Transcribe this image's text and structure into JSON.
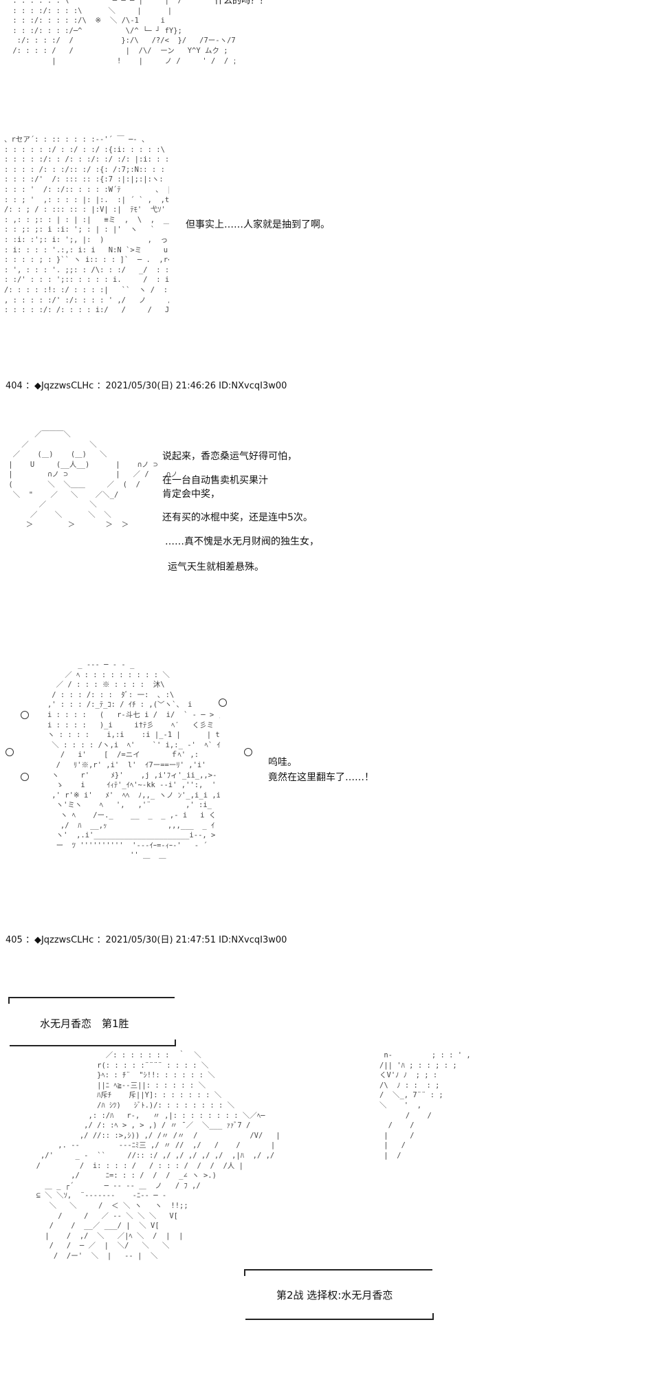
{
  "top_partial": {
    "caption": "什么的吗？！",
    "art": " : : : : : : \\          ─ ─ ┴ |     |  /\n : : : :/: : : :\\      ＼     |      |\n : : :/: : : : :/\\  ※  ＼ /\\-1     i\n : : :/: : : :/─^          \\/^ └─ ┘ fY};\n  :/: : : :/  /           }:/\\   /?/<  }/   /7ー-ヽ/7 ;\n /: : : : /   /            |  /\\/  ーン   Y^Y ムク ;\n          |              !    |     ノ /     ' /  / ;"
  },
  "scene1": {
    "art": "、rセア´: : :: : : : :-‐'´ ￣ ─- 、\n: : : : : :/ : :/ : :/ :{:i: : : : :\\\n: : : : :/: : /: : :/: :/ :/: |:i: : : :\\\n: : : : /: : :/:: :/ :{: /:7;:N:: : : :V\n: : : :/'  /: ::: :: :{:7 :|:|;:|:ヽ: :|:V\n: : : '  /: :/:: : : : :W´ﾃ        、 |: |:'\n: : ; '  ,: : : : |: |:.  :| ´ ` ,  ,tr彡W\n/: : ; / : ::: :: : |:V| :|  ﾃﾓ'  弋ｿ'  ﾍ  乂_\n: ,: : ;: : | : | :|   ≡ミ  ,  \\  ,  __  ｣\n: : ;: ;: i :i: '; : | : |'  ヽ   `       /\n: :i: :';: i: ';, |:  )          ,  っ\n: i: : : : '.:,: i: i   N:N `>ミ     u   /\n: : : : ; : }`` ヽ i:: : : ]`  ─ .  ,r<\n: ', : : : '. ;;: : /\\: : :/   _/  : : :}\n: :/' : : : ';:: : : : : i.     /  : i: : /\\i\n/: : : : :!: :/ : : : :|   ``  ヽ /  : i: |\n, : : : : :/' :/: : : : ' ,/   ノ     /  }: :!:/\n: : : : :/: /: : : : i:/   /     /   J;  :ノイ",
    "line": "但事实上……人家就是抽到了啊。"
  },
  "post_404": {
    "number": "404",
    "name": "◆JqzzwsCLHc",
    "date": "2021/05/30(日)",
    "time": "21:46:26",
    "id": "ID:NXvcqI3w00",
    "header": "404 ：◆JqzzwsCLHc ：2021/05/30(日) 21:46:26 ID:NXvcqI3w00"
  },
  "scene2": {
    "art": "       ／￣￣￣＼\n    ／              ＼\n  ／    (＿)    (＿)   ＼\n |    U     (__人__)      |    ∩ノ ⊃     ∩ノ ⊃\n |        ∩ノ ⊃           |   ／ /    ∩ノ ⊃\n (        ＼  ＼＿＿     ／  (  /\n  ＼  \"    ／   ＼    ／＼_/\n        ／          ＼\n      ／    ＼      ＼  ＼\n     ＞        ＞       ＞  ＞",
    "lines": [
      "说起来，香恋桑运气好得可怕，",
      "在一台自动售卖机买果汁",
      "肯定会中奖，",
      "还有买的冰棍中奖，还是连中5次。",
      "……真不愧是水无月财阀的独生女，",
      "运气天生就相差悬殊。"
    ]
  },
  "scene3": {
    "art": "          _ -‐‐ ─ ‐ - _\n       ／ ﾍ : : : : : : : : : ＼\n     ／ / : : : ※ : : : :  沐\\\n    / : : : /: : :  ﾀﾞ: 一:  ､ :\\\n   ,' : : : /:_ﾃ_ｺ: / ｲﾁ : ,(﹀ヽ`、 i\n   i : : : :   (   r‐斗七 i /  i/  ` ‐ ─ > ; i\n   i : : : :   )_i     i†ﾃ彡    ﾍ′   く彡ミ  i_i, i\n   ヽ : : : :    i,:i    :i |_‐1 |      | t‐ k く\n    ＼ : : : : /ヽ,i  ﾍ'    `' i,:_ -'  ﾍ` ｲﾍ' ,:i\n      /   i'    [  /=ニイ       ｆﾍ' ,:\n     /   ﾘ'※,r' ,i'  l'  ｲ7ー==ーﾘ' ,'i'    ,i,,\n    ヽ     r'     ﾒ}'    ,j ,i'ﾌィ'_ii_,,>‐ ,' ,'\n     ゝ    i     ｲｨﾃ'_ｲﾍ'~‐kk ‐-i' ,'':,  '\n    ,' r'※ i'   ﾒ'  ﾍﾍ  ﾉ,,_ ヽノ ﾝ'_,i_i ,i  ※\n     ヽ'ミヽ    ﾍ   ',   ,'¨        ,' :i_  ,i\n      ヽ ﾍ    /ー._    __  _  _ ,- i   i く\n      ,/  ﾊ  __,ｯ              ,,,___  _ ｲ く\n     ヽ'  ,.i'______________________i--, >\n     ー  ﾂ ''''''''''  '‐‐-ｲｰ=‐ｨｰ‐'   ‐ ´\n                      '' ＿  ＿",
    "lines": [
      "呜哇。",
      "竟然在这里翻车了……！"
    ]
  },
  "post_405": {
    "number": "405",
    "name": "◆JqzzwsCLHc",
    "date": "2021/05/30(日)",
    "time": "21:47:51",
    "id": "ID:NXvcqI3w00",
    "header": "405 ：◆JqzzwsCLHc ：2021/05/30(日) 21:47:51 ID:NXvcqI3w00"
  },
  "scene4": {
    "box1": "水无月香恋　第1胜",
    "box2": "第2战  选择权:水无月香恋",
    "art_left": "                  ／: : : : : : :  ｀  ＼\n                r(: : : : :¨¨¨¨ : : : : ＼\n                }ﾍ: : ﾁ¨  \"ｼ!!: : : : : : ＼\n                ||ﾆ ﾍ≧‐‐三||: : : : : : ＼\n                ﾊ斥ﾁ    斥||Y]: : : : : : : ＼\n                /ﾊ ｼﾂ)   ｼﾞﾄ.)/: : : : : : : : ＼\n              ,: :/ﾊ   r‐,   〃 ,|: : : : : : : : ＼／ﾍ─\n             ,/ /: :ﾍ > , > ,) / 〃 ̄ ／  ＼___ ｧｧﾞ7 /\n            ,/ //:: :>,ｼ)) ,/ /〃 /〃  /            /V/   |\n       ,. -‐         ‐‐-ﾆﾐ三 ,/ 〃 //  ,/   /    /       |\n   ,/'     _ ‐  ``     //:: :/ ,/ ,/ ,/ ,/ ,/  ,|ﾊ  ,/ ,/\n  /         /  i: : : : /   / : : : /  /  /  /人 |\n          ,/      ﾆ=: : : /  /  /  _∠ ヽ >.)\n    ＿ _ ┌´       ─ ‐‐ ‐‐ ＿  ノ   / ﾌ ,/\n  ⊆ ＼ ＼ｿ,  ¨‐‐‐‐‐‐‐    -ﾆ‐‐ ─ ‐\n     ＼   ＼     /  ＜ ＼ ヽ   ヽ  !!;;\n       /     /   ／ ‐‐ ＼ ＼ ＼   V[\n     /    /  __／ ___/ |  ＼ V[  \n    |    /  ,/  ＼   ／|ﾍ ＼  /  |  |\n     /   /  ─ ／  |  ＼/   ＼   ＼\n      /  /ー'  ＼  |   ‐‐ |  ＼",
    "art_right": " n-         ; : : ' ,\n/|| 'ﾊ ; : : ; : ;\nくV'ﾉ ﾉ  ; ; :\n/\\  ﾉ : :  : ;\n/  ＼_, 7¨¨ : ;\n＼    '  ,\n      /    /\n  /    /\n |     /\n |   /\n |  /"
  }
}
